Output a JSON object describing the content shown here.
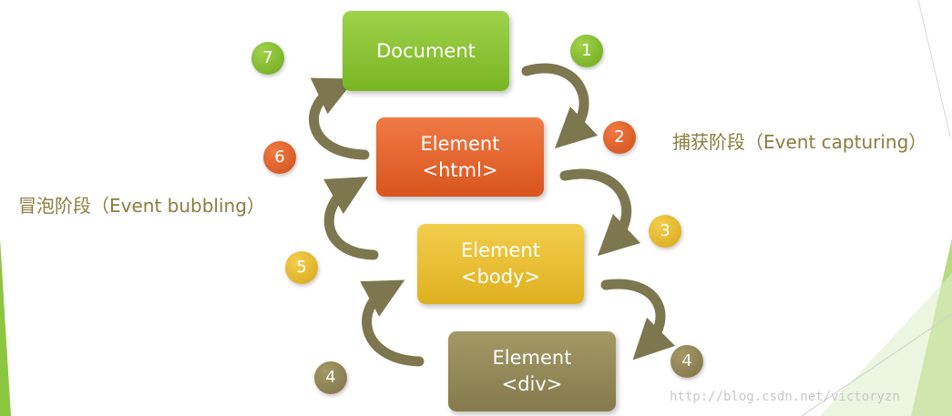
{
  "boxes": {
    "document": {
      "line1": "Document",
      "line2": ""
    },
    "html": {
      "line1": "Element",
      "line2": "<html>"
    },
    "body": {
      "line1": "Element",
      "line2": "<body>"
    },
    "div": {
      "line1": "Element",
      "line2": "<div>"
    }
  },
  "badges": {
    "capture_1": "1",
    "capture_2": "2",
    "capture_3": "3",
    "capture_4": "4",
    "bubble_4": "4",
    "bubble_5": "5",
    "bubble_6": "6",
    "bubble_7": "7"
  },
  "phases": {
    "capturing": "捕获阶段（Event capturing）",
    "bubbling": "冒泡阶段（Event bubbling）"
  },
  "watermark": "http://blog.csdn.net/victoryzn",
  "colors": {
    "green": "#79b523",
    "orange": "#d9541d",
    "yellow": "#dfb01f",
    "olive": "#857a4c",
    "arrow": "#7d7750",
    "label": "#8a7d3e"
  }
}
